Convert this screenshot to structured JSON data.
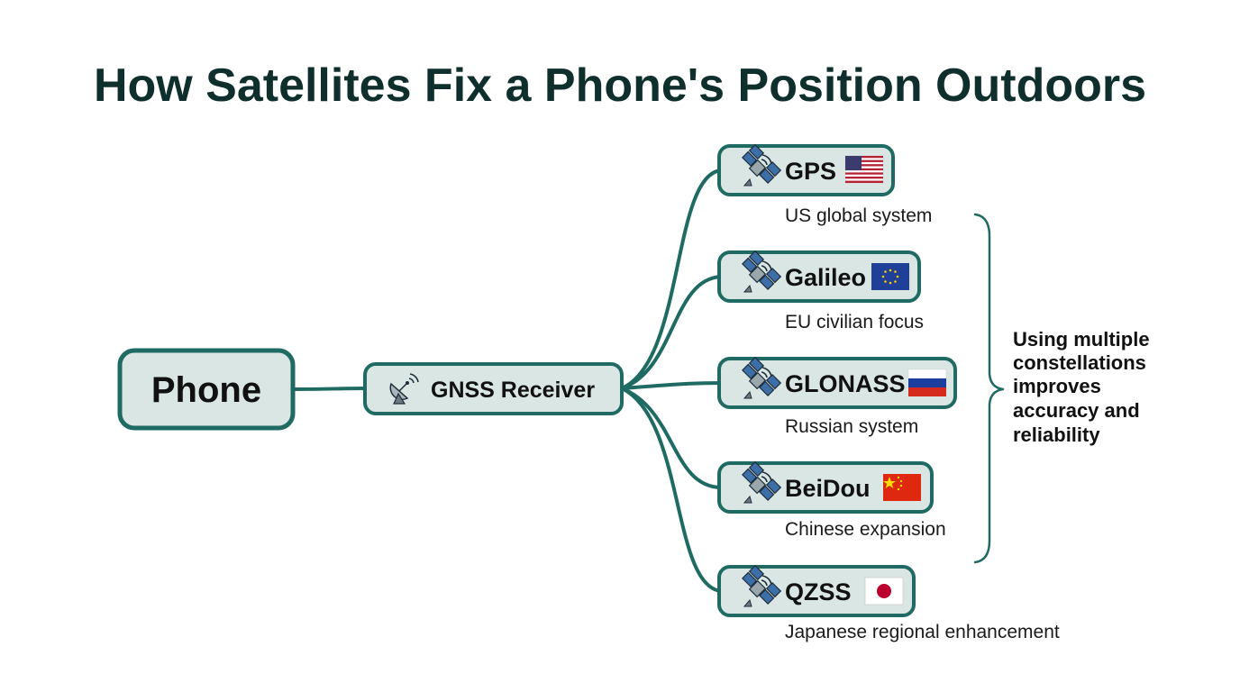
{
  "title": "How Satellites Fix a Phone's Position Outdoors",
  "phone": {
    "label": "Phone"
  },
  "receiver": {
    "label": "GNSS Receiver",
    "icon": "satellite-dish-icon"
  },
  "constellations": [
    {
      "id": "gps",
      "label": "GPS",
      "description": "US global system",
      "flag": "us-flag-icon",
      "icon": "satellite-icon"
    },
    {
      "id": "galileo",
      "label": "Galileo",
      "description": "EU civilian focus",
      "flag": "eu-flag-icon",
      "icon": "satellite-icon"
    },
    {
      "id": "glonass",
      "label": "GLONASS",
      "description": "Russian system",
      "flag": "russia-flag-icon",
      "icon": "satellite-icon"
    },
    {
      "id": "beidou",
      "label": "BeiDou",
      "description": "Chinese expansion",
      "flag": "china-flag-icon",
      "icon": "satellite-icon"
    },
    {
      "id": "qzss",
      "label": "QZSS",
      "description": "Japanese regional enhancement",
      "flag": "japan-flag-icon",
      "icon": "satellite-icon"
    }
  ],
  "note": {
    "lines": [
      "Using multiple",
      "constellations",
      "improves",
      "accuracy and",
      "reliability"
    ]
  },
  "colors": {
    "accent": "#1f6b63",
    "node_fill": "#d9e6e4",
    "title": "#0f2f2c"
  }
}
